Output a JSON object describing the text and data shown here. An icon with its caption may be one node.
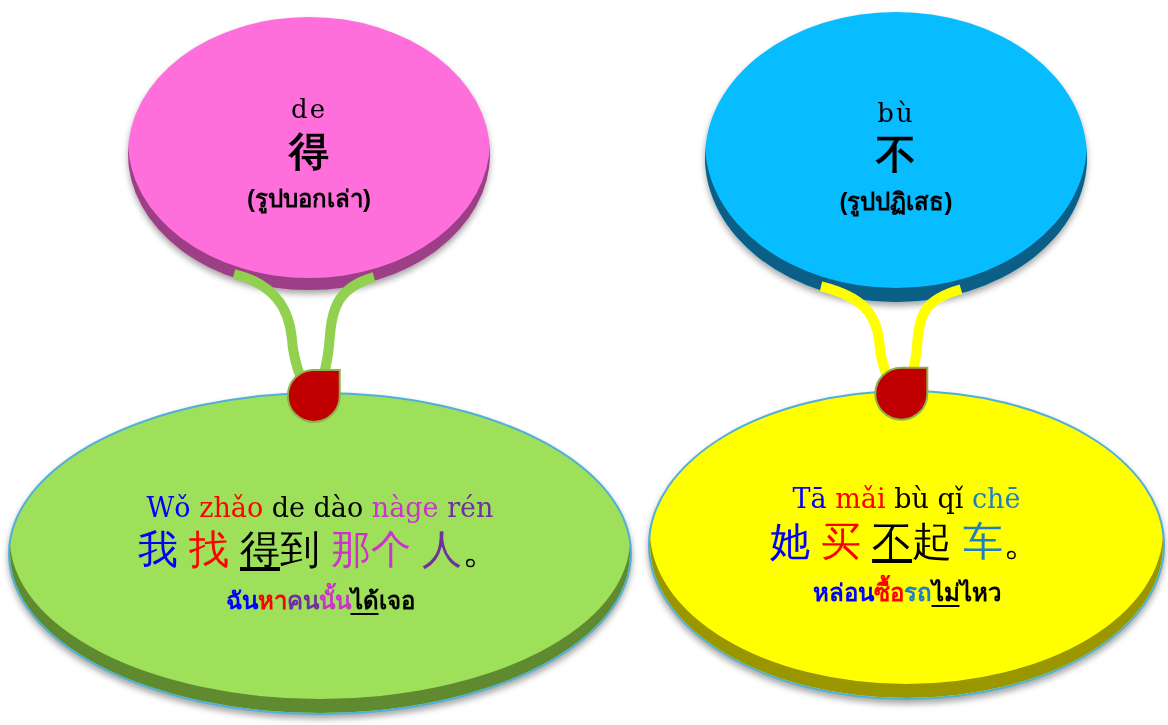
{
  "diagram": {
    "nodes": [
      {
        "text": [
          "de",
          "得",
          "(รูปบอกเล่า)"
        ]
      },
      {
        "text": [
          "bù",
          "不",
          "(รูปปฏิเสธ)"
        ]
      },
      {
        "text": [
          "Wǒ zhǎo de dào nàge rén",
          "我 找 得到 那个 人。",
          "ฉันหาคนนั้นได้เจอ"
        ]
      },
      {
        "text": [
          "Tā mǎi bù qǐ chē",
          "她 买 不起 车。",
          "หล่อนซื้อรถไม่ไหว"
        ]
      }
    ],
    "edges": [
      {
        "from": 0,
        "to": 2,
        "arrow": "none",
        "color": "#92d050"
      },
      {
        "from": 1,
        "to": 3,
        "arrow": "none",
        "color": "#ffff00"
      }
    ]
  }
}
